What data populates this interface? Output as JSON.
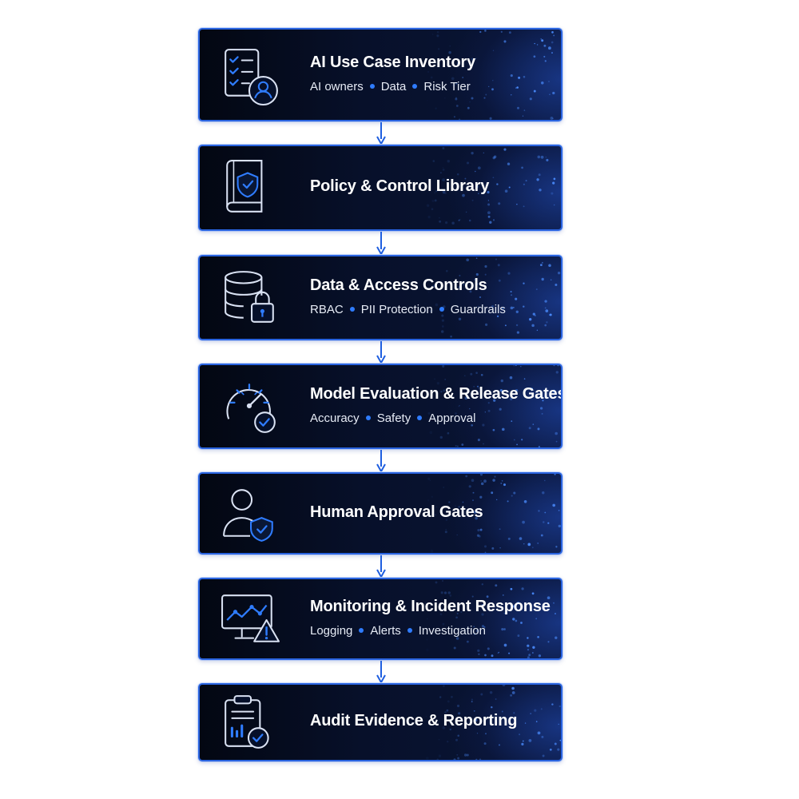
{
  "steps": [
    {
      "title": "AI Use Case Inventory",
      "icon": "checklist-user-icon",
      "subs": [
        "AI owners",
        "Data",
        "Risk Tier"
      ]
    },
    {
      "title": "Policy & Control Library",
      "icon": "book-shield-icon",
      "subs": []
    },
    {
      "title": "Data & Access Controls",
      "icon": "database-lock-icon",
      "subs": [
        "RBAC",
        "PII Protection",
        "Guardrails"
      ]
    },
    {
      "title": "Model Evaluation & Release Gates",
      "icon": "gauge-check-icon",
      "subs": [
        "Accuracy",
        "Safety",
        "Approval"
      ]
    },
    {
      "title": "Human Approval Gates",
      "icon": "user-shield-icon",
      "subs": []
    },
    {
      "title": "Monitoring & Incident Response",
      "icon": "monitor-alert-icon",
      "subs": [
        "Logging",
        "Alerts",
        "Investigation"
      ]
    },
    {
      "title": "Audit Evidence & Reporting",
      "icon": "clipboard-check-icon",
      "subs": []
    }
  ],
  "colors": {
    "accent": "#2f7cff",
    "card_bg": "#07102a",
    "border": "#2a64e0",
    "icon_line": "#d9e1f2"
  }
}
